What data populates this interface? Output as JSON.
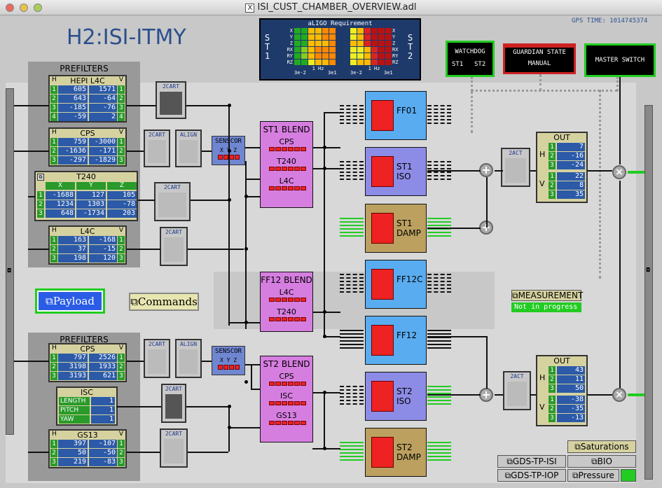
{
  "window": {
    "title": "ISI_CUST_CHAMBER_OVERVIEW.adl"
  },
  "header": {
    "title": "H2:ISI-ITMY",
    "gps_label": "GPS TIME: 1014745374"
  },
  "aligo": {
    "title": "aLIGO Requirement",
    "st1": "S T 1",
    "st2": "S T 2",
    "axes": [
      "X",
      "Y",
      "Z",
      "RX",
      "RY",
      "RZ"
    ],
    "x_left": "3e-2",
    "x_mid": "1 Hz",
    "x_right": "3e1"
  },
  "watchdog": {
    "title": "WATCHDOG",
    "st1": "ST1",
    "st2": "ST2"
  },
  "guardian": {
    "title": "GUARDIAN STATE",
    "state": "MANUAL"
  },
  "master": {
    "title": "MASTER SWITCH"
  },
  "st1": {
    "prefilters": "PREFILTERS",
    "hepi": {
      "title": "HEPI L4C",
      "h": "H",
      "v": "V",
      "rows": [
        [
          "605",
          "1571"
        ],
        [
          "643",
          "-64"
        ],
        [
          "-185",
          "-76"
        ],
        [
          "-59",
          "2"
        ]
      ]
    },
    "cps": {
      "title": "CPS",
      "h": "H",
      "v": "V",
      "rows": [
        [
          "759",
          "-3000"
        ],
        [
          "-1636",
          "-171"
        ],
        [
          "-297",
          "-1829"
        ]
      ]
    },
    "t240": {
      "title": "T240",
      "cols": [
        "X",
        "Y",
        "Z"
      ],
      "rows": [
        [
          "-1688",
          "127",
          "105"
        ],
        [
          "1234",
          "1303",
          "-78"
        ],
        [
          "648",
          "-1734",
          "203"
        ]
      ]
    },
    "l4c": {
      "title": "L4C",
      "h": "H",
      "v": "V",
      "rows": [
        [
          "163",
          "-168"
        ],
        [
          "37",
          "-15"
        ],
        [
          "198",
          "120"
        ]
      ]
    },
    "blend": {
      "title": "ST1 BLEND",
      "a": "CPS",
      "b": "T240",
      "c": "L4C"
    },
    "ff01": "FF01",
    "iso": "ST1 ISO",
    "damp": "ST1 DAMP",
    "out": {
      "title": "OUT",
      "h": "H",
      "v": "V",
      "hv": [
        "7",
        "-16",
        "-24"
      ],
      "vv": [
        "22",
        "8",
        "35"
      ]
    }
  },
  "ff12blend": {
    "title": "FF12 BLEND",
    "a": "L4C",
    "b": "T240"
  },
  "ff12c": "FF12C",
  "ff12": "FF12",
  "st2": {
    "prefilters": "PREFILTERS",
    "cps": {
      "title": "CPS",
      "h": "H",
      "v": "V",
      "rows": [
        [
          "797",
          "2526"
        ],
        [
          "3198",
          "1933"
        ],
        [
          "3193",
          "621"
        ]
      ]
    },
    "isc": {
      "title": "ISC",
      "rows": [
        [
          "LENGTH",
          "1"
        ],
        [
          "PITCH",
          "1"
        ],
        [
          "YAW",
          "1"
        ]
      ]
    },
    "gs13": {
      "title": "GS13",
      "h": "H",
      "v": "V",
      "rows": [
        [
          "397",
          "-107"
        ],
        [
          "50",
          "-50"
        ],
        [
          "219",
          "-83"
        ]
      ]
    },
    "blend": {
      "title": "ST2 BLEND",
      "a": "CPS",
      "b": "ISC",
      "c": "GS13"
    },
    "iso": "ST2 ISO",
    "damp": "ST2 DAMP",
    "out": {
      "title": "OUT",
      "h": "H",
      "v": "V",
      "hv": [
        "43",
        "11",
        "50"
      ],
      "vv": [
        "-38",
        "-35",
        "-13"
      ]
    }
  },
  "labels": {
    "cart": "2CART",
    "align": "ALIGN",
    "senscor": "SENSCOR",
    "xyz": "X Y Z",
    "act": "2ACT"
  },
  "buttons": {
    "payload": "Payload",
    "commands": "Commands",
    "measurement": "MEASUREMENT",
    "meas_status": "Not in progress",
    "saturations": "Saturations",
    "gds_isi": "GDS-TP-ISI",
    "bio": "BIO",
    "gds_iop": "GDS-TP-IOP",
    "pressure": "Pressure"
  }
}
